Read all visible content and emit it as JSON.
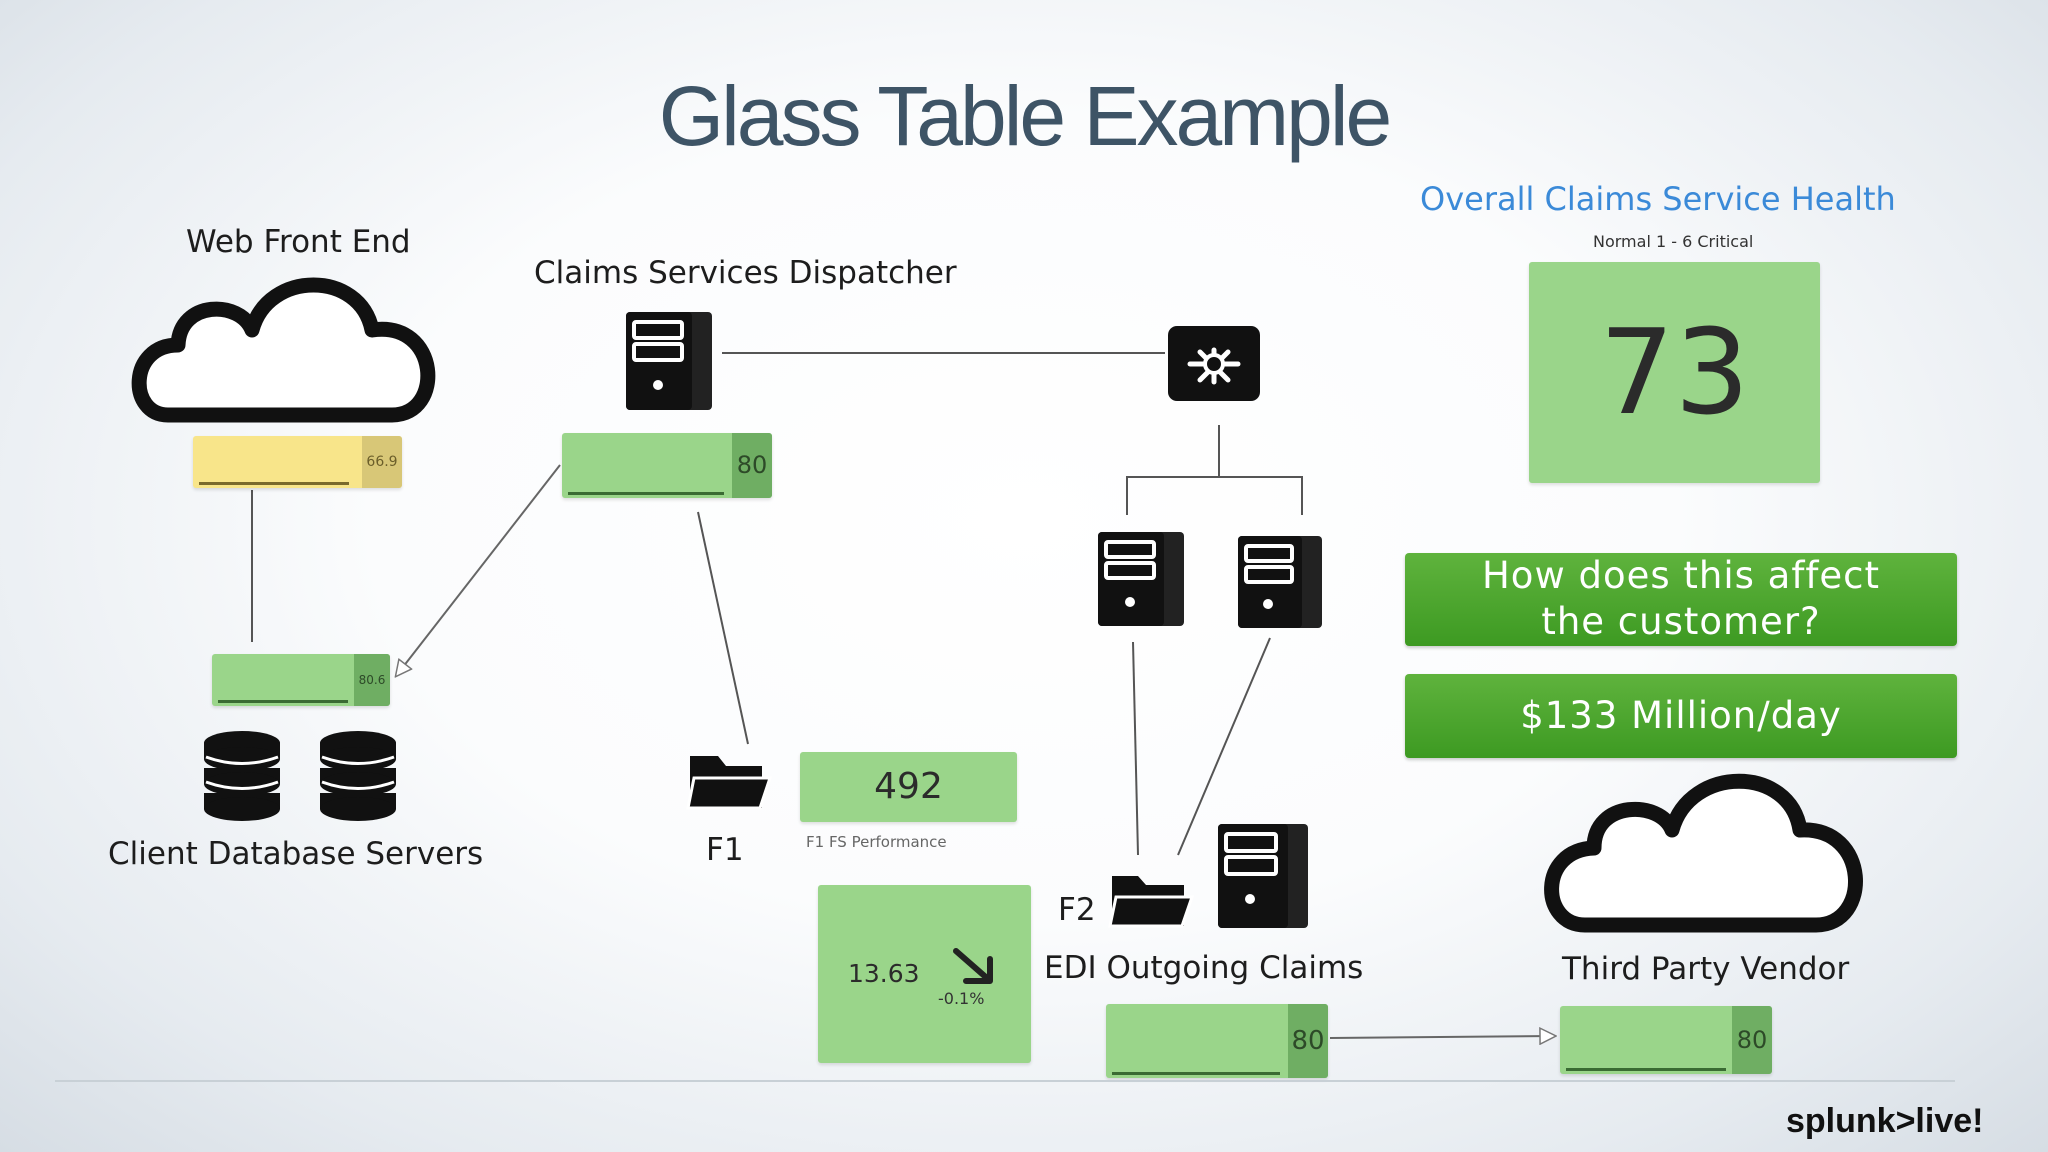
{
  "title": "Glass Table Example",
  "health": {
    "title": "Overall Claims Service Health",
    "subtitle": "Normal 1 - 6 Critical",
    "value": "73"
  },
  "web_front_end": {
    "label": "Web Front End",
    "kpi": "66.9"
  },
  "dispatcher": {
    "label": "Claims Services Dispatcher",
    "kpi": "80"
  },
  "client_db": {
    "label": "Client Database Servers",
    "kpi": "80.6"
  },
  "f1": {
    "label": "F1",
    "value": "492",
    "caption": "F1 FS Performance"
  },
  "f2": {
    "label": "F2"
  },
  "trend": {
    "value": "13.63",
    "change": "-0.1%"
  },
  "edi": {
    "label": "EDI Outgoing Claims",
    "kpi": "80"
  },
  "vendor": {
    "label": "Third Party Vendor",
    "kpi": "80"
  },
  "customer_question": {
    "line1": "How does this affect",
    "line2": "the customer?"
  },
  "impact": "$133 Million/day",
  "logo": "splunk>live!",
  "colors": {
    "ok": "#9ad58a",
    "warn": "#f8e58a",
    "button": "#4aa52c",
    "title": "#3e5466",
    "health_title": "#3b8ad8"
  }
}
